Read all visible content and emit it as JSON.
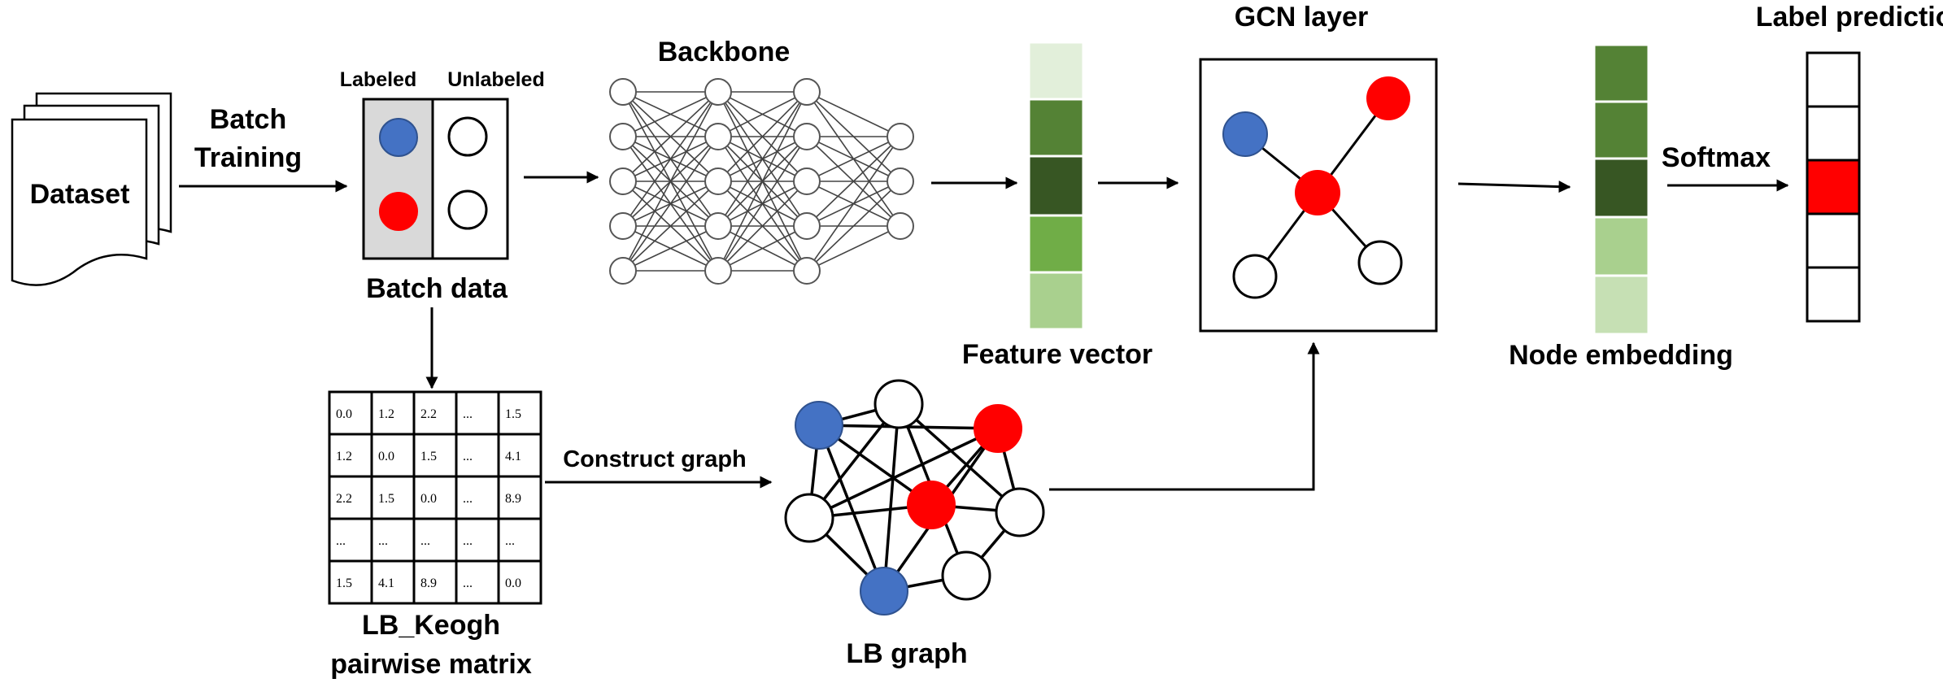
{
  "labels": {
    "dataset": "Dataset",
    "batch_training": [
      "Batch",
      "Training"
    ],
    "labeled": "Labeled",
    "unlabeled": "Unlabeled",
    "batch_data": "Batch data",
    "backbone": "Backbone",
    "feature_vector": "Feature vector",
    "gcn_layer": "GCN layer",
    "node_embedding": "Node embedding",
    "softmax": "Softmax",
    "label_prediction": "Label prediction",
    "construct_graph": "Construct graph",
    "lb_graph": "LB graph",
    "matrix_caption": [
      "LB_Keogh",
      "pairwise matrix"
    ]
  },
  "matrix": [
    [
      "0.0",
      "1.2",
      "2.2",
      "...",
      "1.5"
    ],
    [
      "1.2",
      "0.0",
      "1.5",
      "...",
      "4.1"
    ],
    [
      "2.2",
      "1.5",
      "0.0",
      "...",
      "8.9"
    ],
    [
      "...",
      "...",
      "...",
      "...",
      "..."
    ],
    [
      "1.5",
      "4.1",
      "8.9",
      "...",
      "0.0"
    ]
  ],
  "colors": {
    "labeled_blue": "#4472C4",
    "labeled_red": "#FF0000",
    "unlabeled_white": "#FFFFFF",
    "labeled_panel_gray": "#D9D9D9",
    "feature_vector": [
      "#E2EFDA",
      "#548235",
      "#375623",
      "#70AD47",
      "#A9D08E"
    ],
    "node_embedding": [
      "#548235",
      "#548235",
      "#375623",
      "#A9D08E",
      "#C6E0B4"
    ],
    "prediction_highlight": "#FF0000"
  },
  "label_prediction": {
    "num_classes": 5,
    "predicted_index": 2
  }
}
